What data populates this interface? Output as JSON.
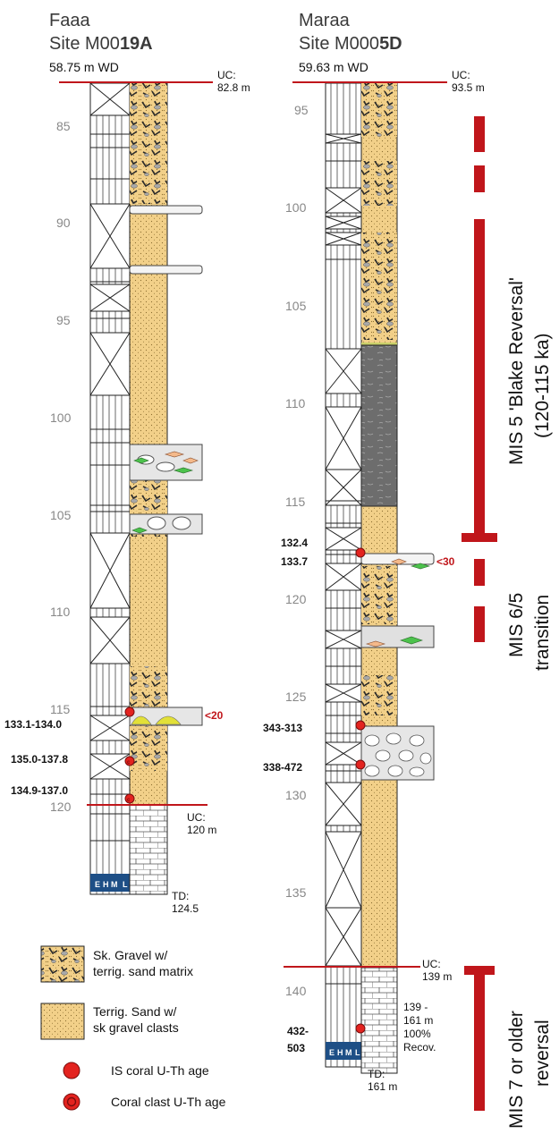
{
  "sites": [
    {
      "name": "Faaa",
      "site_prefix": "Site M00",
      "site_bold": "19A",
      "water_depth": "58.75 m WD",
      "uc_top": {
        "line1": "UC:",
        "line2": "82.8 m"
      },
      "uc_bottom": {
        "line1": "UC:",
        "line2": "120 m"
      },
      "td": {
        "line1": "TD:",
        "line2": "124.5"
      },
      "depth_ticks": [
        "85",
        "90",
        "95",
        "100",
        "105",
        "110",
        "115",
        "120"
      ],
      "core_scale": [
        "E",
        "H",
        "M",
        "L"
      ],
      "ages": [
        "133.1-134.0",
        "135.0-137.8",
        "134.9-137.0"
      ],
      "marker": "<20"
    },
    {
      "name": "Maraa",
      "site_prefix": "Site M000",
      "site_bold": "5D",
      "water_depth": "59.63 m WD",
      "uc_top": {
        "line1": "UC:",
        "line2": "93.5 m"
      },
      "uc_bottom": {
        "line1": "UC:",
        "line2": "139 m"
      },
      "td": {
        "line1": "TD:",
        "line2": "161 m"
      },
      "depth_ticks": [
        "95",
        "100",
        "105",
        "110",
        "115",
        "120",
        "125",
        "130",
        "135",
        "140"
      ],
      "core_scale": [
        "E",
        "H",
        "M",
        "L"
      ],
      "ages": [
        "132.4",
        "133.7",
        "343-313",
        "338-472",
        "432-",
        "503"
      ],
      "marker": "<30",
      "recovery_note": [
        "139 -",
        "161 m",
        "100%",
        "Recov."
      ]
    }
  ],
  "intervals": {
    "mis5": {
      "line1": "MIS 5 'Blake Reversal'",
      "line2": "(120-115 ka)"
    },
    "mis65": {
      "line1": "MIS 6/5",
      "line2": "transition"
    },
    "mis7": {
      "line1": "MIS 7 or older",
      "line2": "reversal"
    }
  },
  "legend": {
    "gravel": {
      "line1": "Sk. Gravel w/",
      "line2": "terrig. sand matrix"
    },
    "sand": {
      "line1": "Terrig. Sand w/",
      "line2": "sk gravel clasts"
    },
    "is_coral": "IS coral U-Th age",
    "clast_coral": "Coral clast U-Th age"
  },
  "colors": {
    "accent_red": "#c0161b",
    "sand": "#f2d089",
    "core_blue": "#1e4f86",
    "grey": "#888888"
  }
}
